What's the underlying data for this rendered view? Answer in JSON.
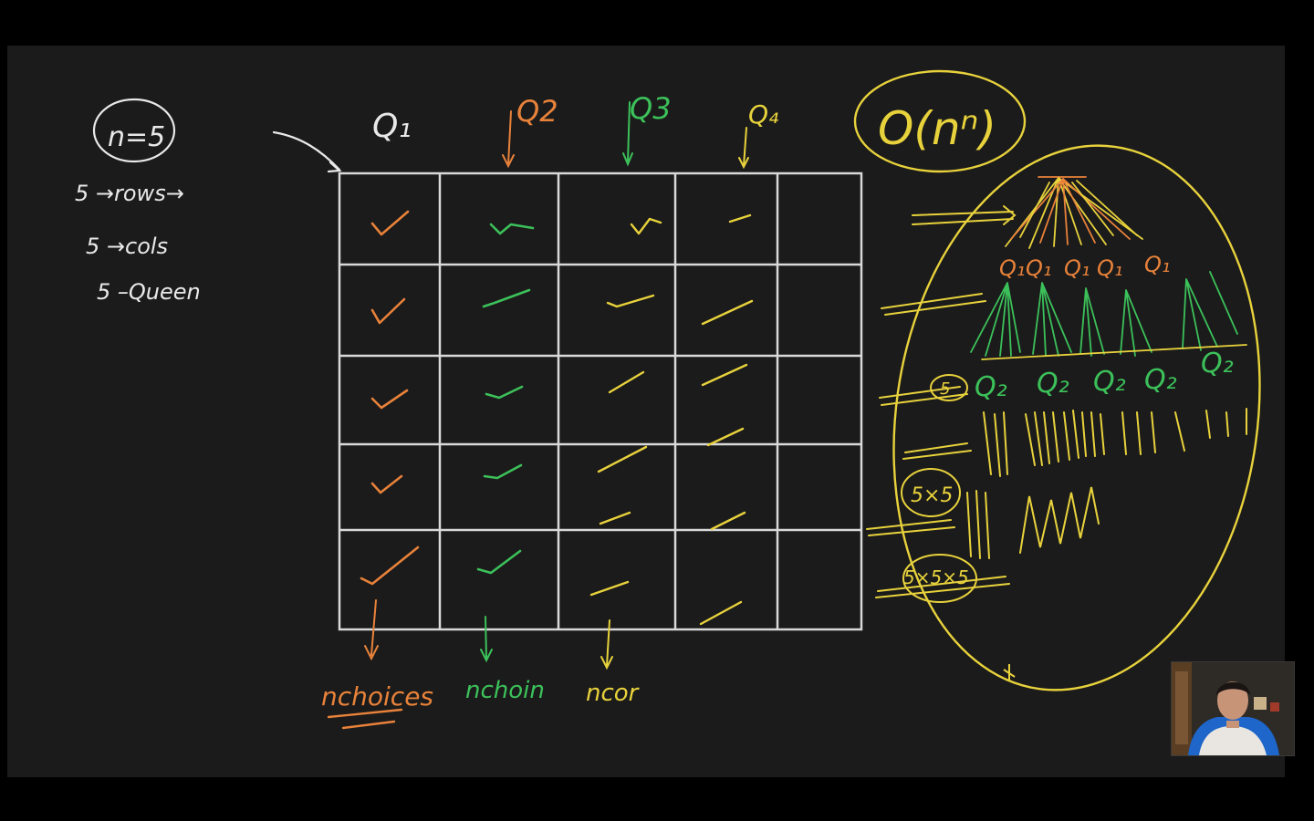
{
  "colors": {
    "board": "#1b1b1b",
    "white_ink": "#e9e9e9",
    "orange_ink": "#e8823a",
    "green_ink": "#3cc15a",
    "yellow_ink": "#e8d23c",
    "grid": "#d9d9d9"
  },
  "notes": {
    "circled": "n=5",
    "line1": "5 →rows→",
    "line2": "5 →cols",
    "line3": "5 –Queen"
  },
  "queens": {
    "q1": "Q₁",
    "q2": "Q2",
    "q3": "Q3",
    "q4": "Q₄"
  },
  "bottom_labels": {
    "col1": "nchoices",
    "col2": "nchoin",
    "col3": "ncor"
  },
  "complexity": {
    "label": "O(nⁿ)"
  },
  "tree": {
    "level1_label": "Q₁",
    "level2_label": "Q₂",
    "mult1": "5",
    "mult2": "5×5",
    "mult3": "5×5×5"
  },
  "webcam": {
    "icon": "presenter-webcam"
  }
}
